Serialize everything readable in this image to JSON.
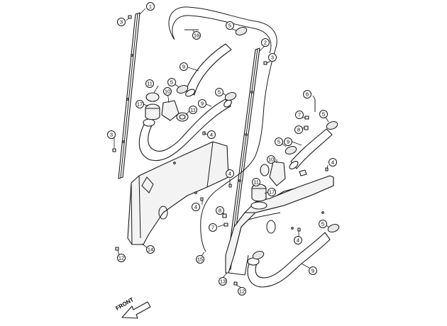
{
  "callouts": [
    {
      "id": "c1",
      "label": "1"
    },
    {
      "id": "c2",
      "label": "2"
    },
    {
      "id": "c3a",
      "label": "3"
    },
    {
      "id": "c3b",
      "label": "3"
    },
    {
      "id": "c3c",
      "label": "3"
    },
    {
      "id": "c4a",
      "label": "4"
    },
    {
      "id": "c4b",
      "label": "4"
    },
    {
      "id": "c4c",
      "label": "4"
    },
    {
      "id": "c4d",
      "label": "4"
    },
    {
      "id": "c4e",
      "label": "4"
    },
    {
      "id": "c5a",
      "label": "5"
    },
    {
      "id": "c5b",
      "label": "5"
    },
    {
      "id": "c5c",
      "label": "5"
    },
    {
      "id": "c5d",
      "label": "5"
    },
    {
      "id": "c5e",
      "label": "5"
    },
    {
      "id": "c5f",
      "label": "5"
    },
    {
      "id": "c6",
      "label": "6"
    },
    {
      "id": "c7a",
      "label": "7"
    },
    {
      "id": "c7b",
      "label": "7"
    },
    {
      "id": "c8a",
      "label": "8"
    },
    {
      "id": "c8b",
      "label": "8"
    },
    {
      "id": "c9a",
      "label": "9"
    },
    {
      "id": "c9b",
      "label": "9"
    },
    {
      "id": "c9c",
      "label": "9"
    },
    {
      "id": "c9d",
      "label": "9"
    },
    {
      "id": "c10a",
      "label": "10"
    },
    {
      "id": "c10b",
      "label": "10"
    },
    {
      "id": "c11a",
      "label": "11"
    },
    {
      "id": "c11b",
      "label": "11"
    },
    {
      "id": "c11c",
      "label": "11"
    },
    {
      "id": "c12a",
      "label": "12"
    },
    {
      "id": "c12b",
      "label": "12"
    },
    {
      "id": "c13",
      "label": "13"
    },
    {
      "id": "c14",
      "label": "14"
    },
    {
      "id": "c15",
      "label": "15"
    },
    {
      "id": "c16",
      "label": "16"
    },
    {
      "id": "c17a",
      "label": "17"
    },
    {
      "id": "c17b",
      "label": "17"
    }
  ],
  "front_label": "FRONT"
}
